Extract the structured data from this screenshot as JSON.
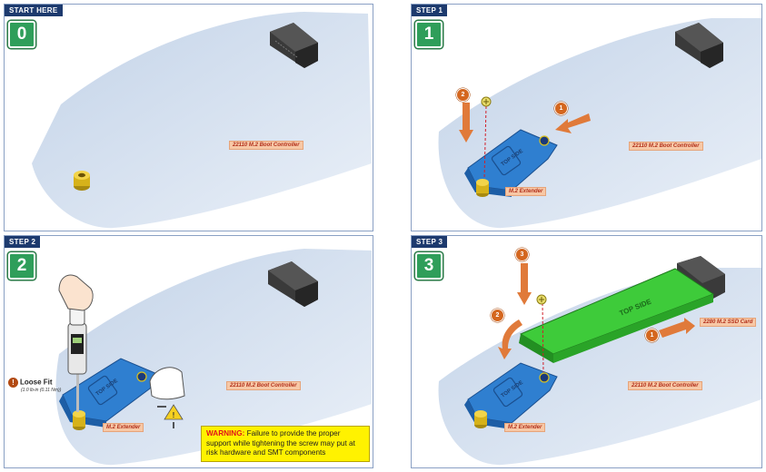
{
  "panels": {
    "p0": {
      "tag": "START HERE",
      "number": "0",
      "controller_label": "22110 M.2 Boot Controller"
    },
    "p1": {
      "tag": "STEP 1",
      "number": "1",
      "controller_label": "22110 M.2 Boot Controller",
      "extender_label": "M.2 Extender",
      "badge_1": "1",
      "badge_2": "2",
      "side_text": "TOP SIDE"
    },
    "p2": {
      "tag": "STEP 2",
      "number": "2",
      "controller_label": "22110 M.2 Boot Controller",
      "extender_label": "M.2 Extender",
      "side_text": "TOP SIDE",
      "loose_fit": {
        "title": "Loose Fit",
        "torque": "(1.0 lb-in (0.11 Nm))",
        "icon": "!"
      },
      "warning": {
        "label": "WARNING:",
        "text": " Failure to provide the proper support while tightening the screw may put at risk hardware and SMT components"
      }
    },
    "p3": {
      "tag": "STEP 3",
      "number": "3",
      "controller_label": "22110 M.2 Boot Controller",
      "extender_label": "M.2 Extender",
      "ssd_label": "2280 M.2 SSD Card",
      "badge_1": "1",
      "badge_2": "2",
      "badge_3": "3",
      "side_text": "TOP SIDE",
      "ssd_side_text": "TOP SIDE"
    }
  },
  "colors": {
    "step_tag": "#1d3a6e",
    "step_number": "#2f9e5a",
    "callout_fill": "#f7c8a6",
    "callout_text": "#b2301c",
    "badge": "#d4661e",
    "extender": "#2f7fd0",
    "ssd": "#3ecb3a",
    "warning_fill": "#fff200"
  }
}
